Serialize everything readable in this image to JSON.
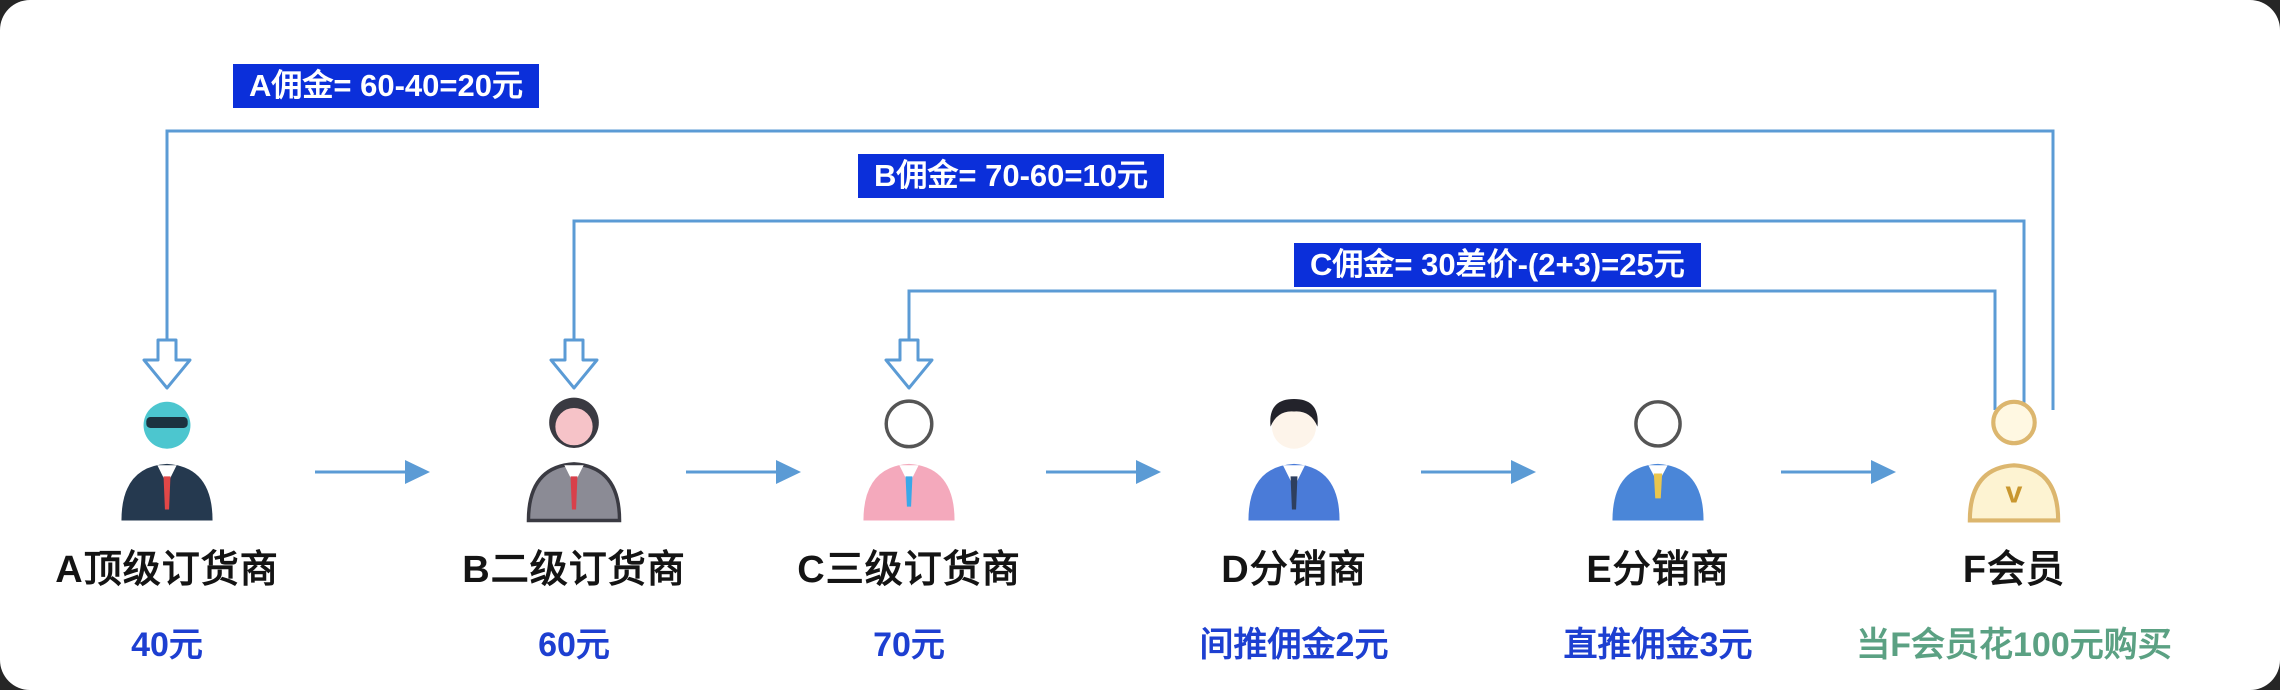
{
  "annotations": [
    {
      "id": "A",
      "label": "A佣金= 60-40=20元"
    },
    {
      "id": "B",
      "label": "B佣金= 70-60=10元"
    },
    {
      "id": "C",
      "label": "C佣金= 30差价-(2+3)=25元"
    }
  ],
  "nodes": [
    {
      "id": "A",
      "name": "A顶级订货商",
      "sub": "40元",
      "icon": "businessman-sunglasses-icon"
    },
    {
      "id": "B",
      "name": "B二级订货商",
      "sub": "60元",
      "icon": "gray-suit-person-icon"
    },
    {
      "id": "C",
      "name": "C三级订货商",
      "sub": "70元",
      "icon": "pink-suit-person-icon"
    },
    {
      "id": "D",
      "name": "D分销商",
      "sub": "间推佣金2元",
      "icon": "blue-suit-man-icon"
    },
    {
      "id": "E",
      "name": "E分销商",
      "sub": "直推佣金3元",
      "icon": "blue-suit-person-icon"
    },
    {
      "id": "F",
      "name": "F会员",
      "sub": "当F会员花100元购买",
      "icon": "vip-member-icon"
    }
  ],
  "colors": {
    "line": "#5b9bd5",
    "label_bg": "#0b2fda",
    "label_text": "#ffffff",
    "price_text": "#1d3fd1",
    "member_note_text": "#5ba183"
  }
}
